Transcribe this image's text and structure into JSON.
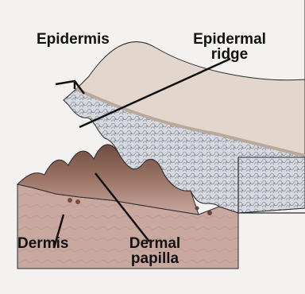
{
  "labels": {
    "epidermis": "Epidermis",
    "epidermal_ridge": "Epidermal\nridge",
    "dermis": "Dermis",
    "dermal_papilla": "Dermal\npapilla"
  },
  "colors": {
    "background": "#f3f2f0",
    "dermis_fill": "#c9a8a0",
    "dermis_top": "#a87f70",
    "epidermis_fill": "#d6d9e0",
    "cell_stroke": "#8a8f9a",
    "stratum_corneum": "#b9a99a",
    "outline": "#2b2b2b"
  }
}
